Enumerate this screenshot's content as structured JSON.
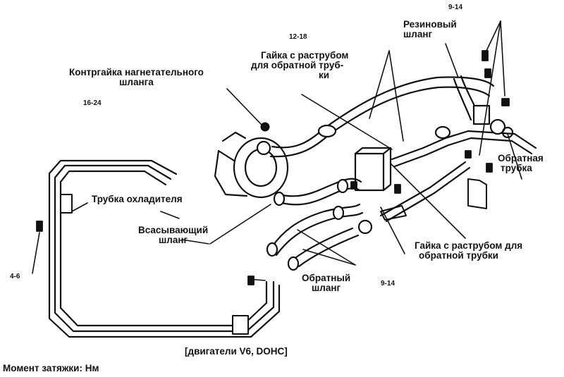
{
  "labels": {
    "locknut_line1": "Контргайка нагнетательного",
    "locknut_line2": "шланга",
    "flare_top_line1": "Гайка с раструбом",
    "flare_top_line2": "для обратной труб-",
    "flare_top_line3": "ки",
    "rubber_line1": "Резиновый",
    "rubber_line2": "шланг",
    "return_pipe_line1": "Обратная",
    "return_pipe_line2": "трубка",
    "cooler_pipe": "Трубка охладителя",
    "suction_line1": "Всасывающий",
    "suction_line2": "шланг",
    "flare_bottom_line1": "Гайка с раструбом для",
    "flare_bottom_line2": "обратной трубки",
    "return_hose_line1": "Обратный",
    "return_hose_line2": "шланг",
    "engine": "[двигатели V6, DOHC]",
    "torque": "Момент затяжки: Нм"
  },
  "torque_values": {
    "top_right": "9-14",
    "top_center": "12-18",
    "left_upper": "16-24",
    "left_lower": "4-6",
    "bottom_center": "9-14"
  },
  "colors": {
    "ink": "#111111",
    "background": "#ffffff"
  }
}
